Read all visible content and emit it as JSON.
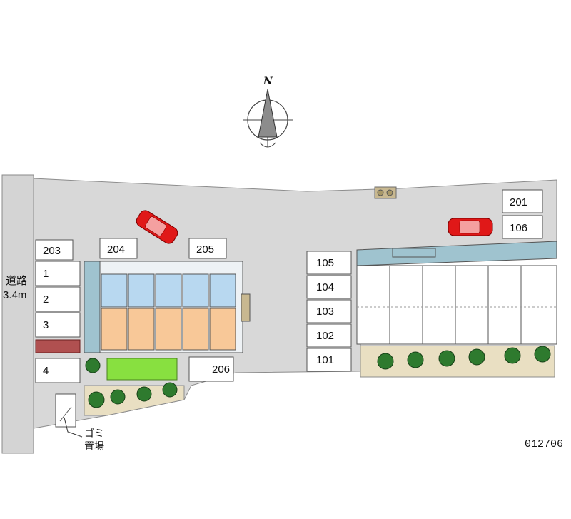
{
  "compass": {
    "north_label": "N"
  },
  "road": {
    "name": "道路",
    "width": "3.4m"
  },
  "garbage": {
    "line1": "ゴミ",
    "line2": "置場"
  },
  "map_code": "012706",
  "parking_left": [
    "1",
    "2",
    "3",
    "4"
  ],
  "parking_top": [
    "203",
    "204",
    "205"
  ],
  "parking_206": "206",
  "parking_right_column": [
    "105",
    "104",
    "103",
    "102",
    "101"
  ],
  "parking_top_right": [
    "201",
    "106"
  ]
}
